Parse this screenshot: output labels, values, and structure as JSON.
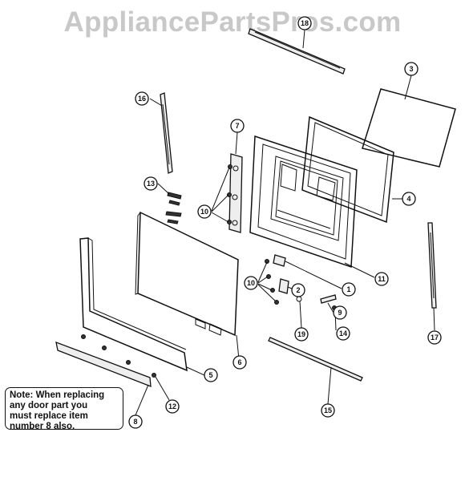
{
  "watermark": "AppliancePartsPros.com",
  "note": {
    "lines": [
      "Note:  When replacing",
      "any door part you",
      "must replace item",
      "number 8 also."
    ]
  },
  "callouts": [
    {
      "id": "callout-1",
      "label": "1"
    },
    {
      "id": "callout-2",
      "label": "2"
    },
    {
      "id": "callout-3",
      "label": "3"
    },
    {
      "id": "callout-4",
      "label": "4"
    },
    {
      "id": "callout-5",
      "label": "5"
    },
    {
      "id": "callout-6",
      "label": "6"
    },
    {
      "id": "callout-7",
      "label": "7"
    },
    {
      "id": "callout-8",
      "label": "8"
    },
    {
      "id": "callout-9",
      "label": "9"
    },
    {
      "id": "callout-10a",
      "label": "10"
    },
    {
      "id": "callout-10b",
      "label": "10"
    },
    {
      "id": "callout-11",
      "label": "11"
    },
    {
      "id": "callout-12",
      "label": "12"
    },
    {
      "id": "callout-13",
      "label": "13"
    },
    {
      "id": "callout-14",
      "label": "14"
    },
    {
      "id": "callout-15",
      "label": "15"
    },
    {
      "id": "callout-16",
      "label": "16"
    },
    {
      "id": "callout-17",
      "label": "17"
    },
    {
      "id": "callout-18",
      "label": "18"
    },
    {
      "id": "callout-19",
      "label": "19"
    }
  ]
}
